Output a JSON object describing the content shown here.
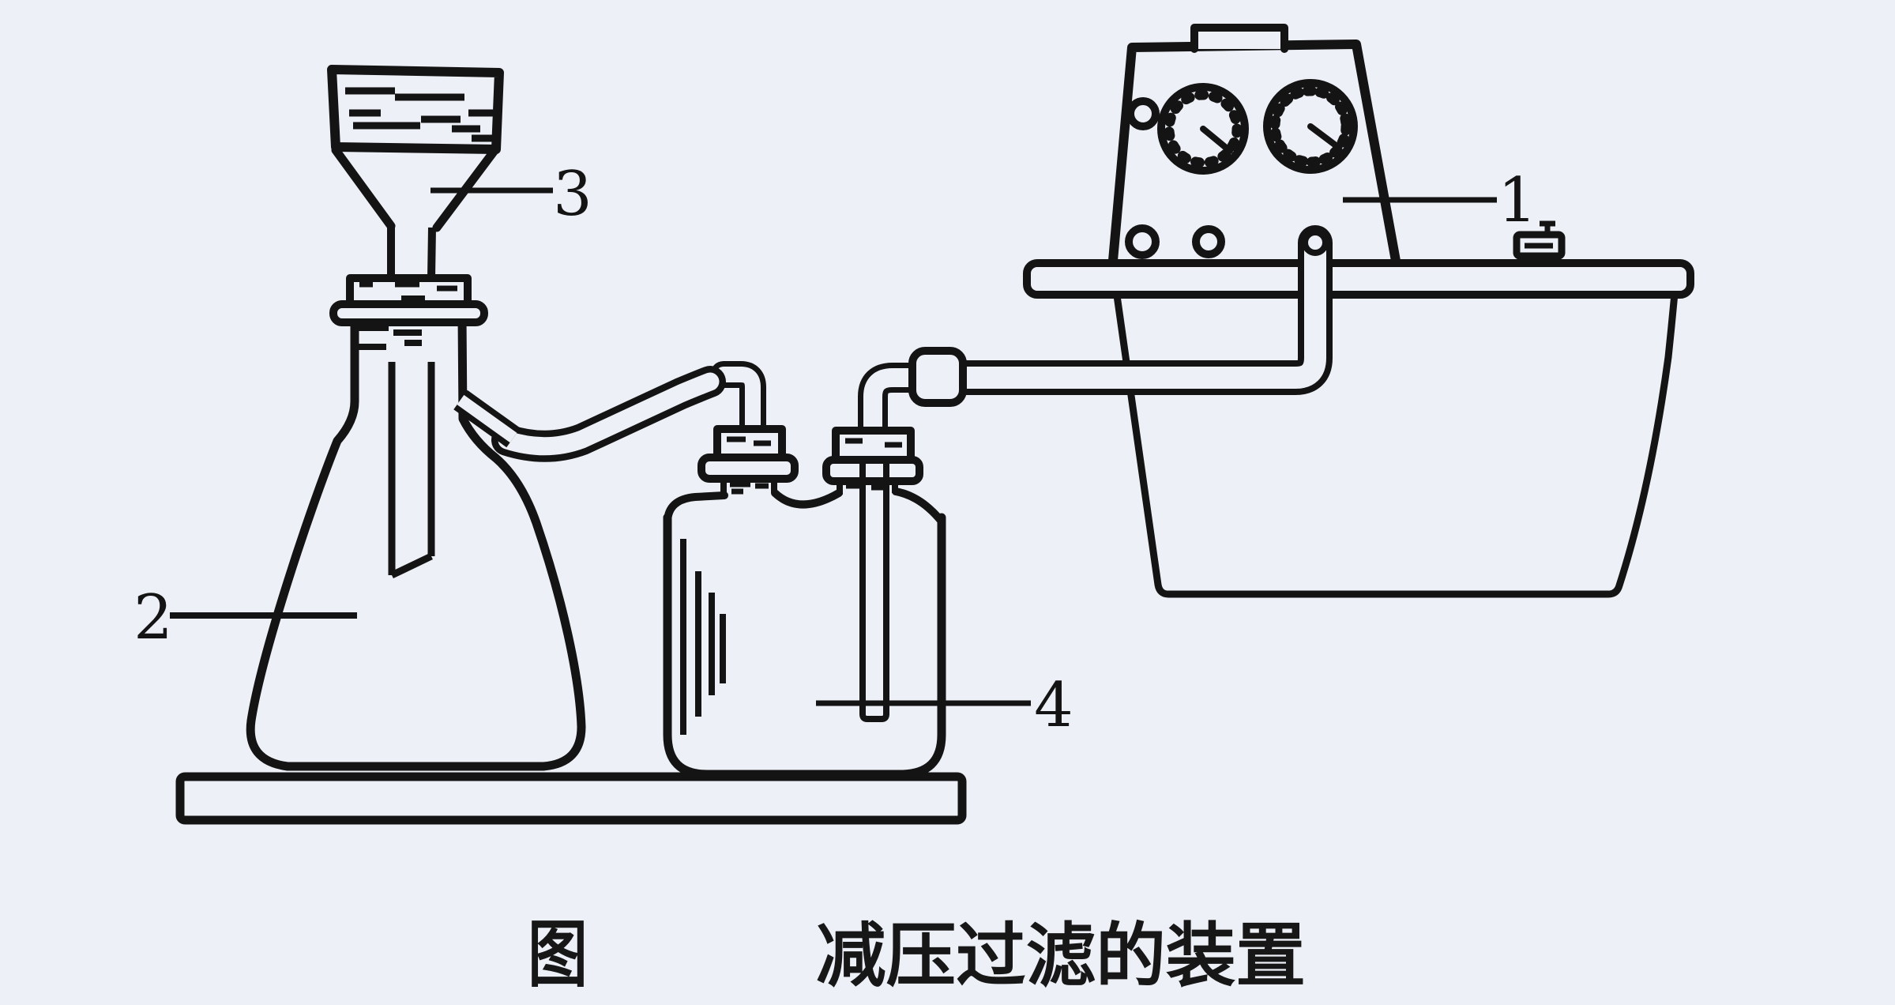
{
  "figure": {
    "caption": {
      "prefix": "图",
      "title": "减压过滤的装置"
    },
    "part_labels": {
      "pump": "1",
      "flask": "2",
      "funnel": "3",
      "bottle": "4"
    },
    "colors": {
      "background": "#edf1f7",
      "ink": "#141414"
    }
  }
}
